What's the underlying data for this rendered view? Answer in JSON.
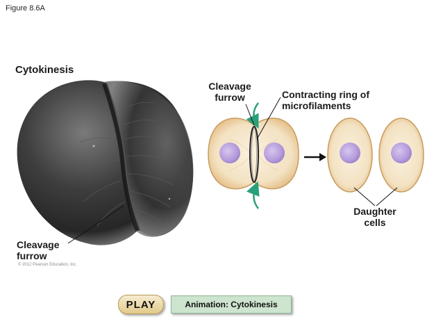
{
  "figure_label": "Figure 8.6A",
  "section_title": "Cytokinesis",
  "labels": {
    "cleavage_furrow_left": "Cleavage\nfurrow",
    "cleavage_furrow_right": "Cleavage\nfurrow",
    "contracting_ring": "Contracting ring of\nmicrofilaments",
    "daughter_cells": "Daughter\ncells"
  },
  "copyright": "© 2012 Pearson Education, Inc.",
  "buttons": {
    "play": "PLAY",
    "animation": "Animation: Cytokinesis"
  },
  "colors": {
    "cell_fill": "#f3e4c6",
    "cell_border": "#c79b5c",
    "nucleus": "#b9a1dc",
    "arrow": "#2aa07a",
    "play_bg": "#e9d9a6",
    "animation_bg": "#cde4cf"
  }
}
